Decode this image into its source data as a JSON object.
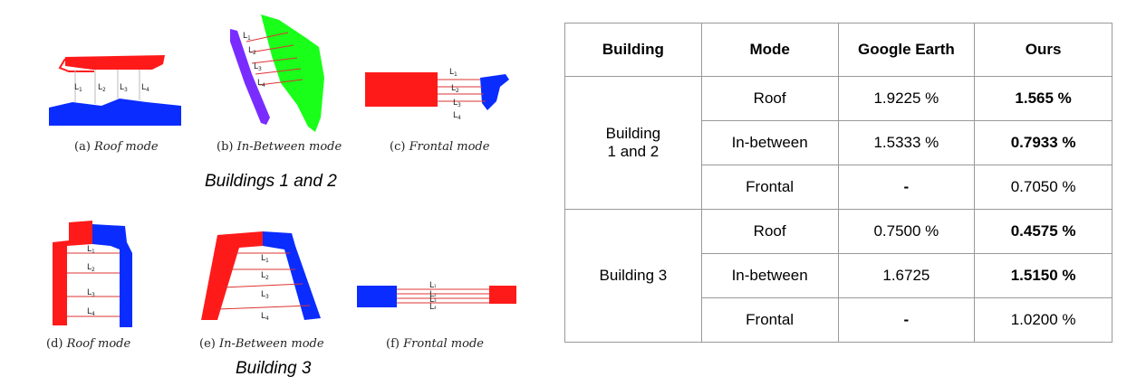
{
  "figures": {
    "a": {
      "label": "(a)",
      "mode": "Roof mode"
    },
    "b": {
      "label": "(b)",
      "mode": "In-Between mode"
    },
    "c": {
      "label": "(c)",
      "mode": "Frontal mode"
    },
    "d": {
      "label": "(d)",
      "mode": "Roof mode"
    },
    "e": {
      "label": "(e)",
      "mode": "In-Between mode"
    },
    "f": {
      "label": "(f)",
      "mode": "Frontal mode"
    },
    "line_labels": [
      "L",
      "L",
      "L",
      "L"
    ],
    "line_subscripts": [
      "1",
      "2",
      "3",
      "4"
    ]
  },
  "group_titles": {
    "top": "Buildings 1 and 2",
    "bottom": "Building 3"
  },
  "table": {
    "headers": [
      "Building",
      "Mode",
      "Google Earth",
      "Ours"
    ],
    "groups": [
      {
        "name_line1": "Building",
        "name_line2": "1 and 2",
        "rows": [
          {
            "mode": "Roof",
            "google": "1.9225 %",
            "ours": "1.565 %"
          },
          {
            "mode": "In-between",
            "google": "1.5333 %",
            "ours": "0.7933 %"
          },
          {
            "mode": "Frontal",
            "google": "-",
            "ours": "0.7050 %"
          }
        ]
      },
      {
        "name_line1": "Building 3",
        "rows": [
          {
            "mode": "Roof",
            "google": "0.7500 %",
            "ours": "0.4575 %"
          },
          {
            "mode": "In-between",
            "google": "1.6725",
            "ours": "1.5150 %"
          },
          {
            "mode": "Frontal",
            "google": "-",
            "ours": "1.0200 %"
          }
        ]
      }
    ]
  },
  "colors": {
    "red": "#ff1a1a",
    "blue": "#0a2cff",
    "green": "#19ff19",
    "purple": "#7a2cff",
    "measure": "#dd3333"
  }
}
